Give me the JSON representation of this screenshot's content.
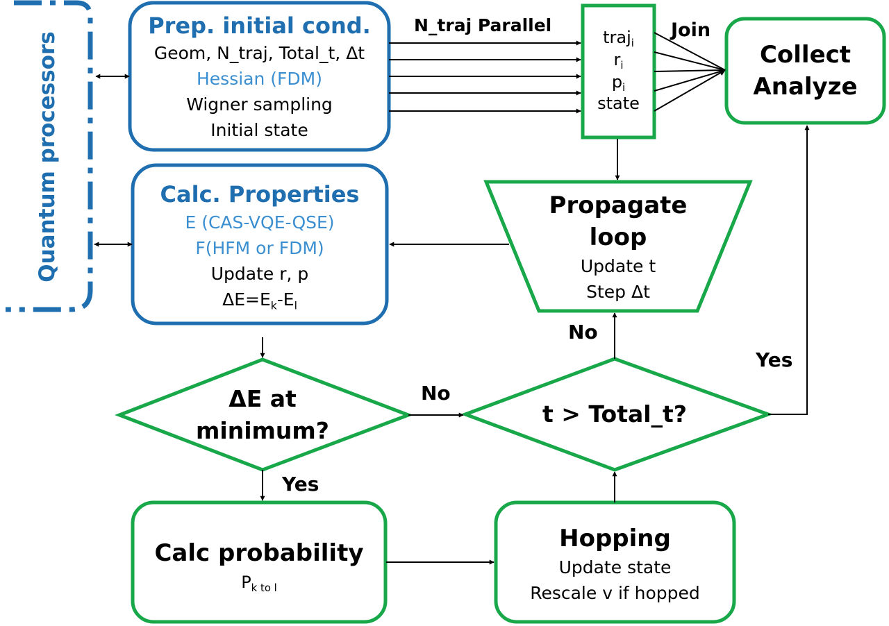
{
  "quantum": {
    "label": "Quantum processors"
  },
  "prep": {
    "title": "Prep. initial cond.",
    "line1": "Geom, N_traj, Total_t, Δt",
    "line2": "Hessian (FDM)",
    "line3": "Wigner sampling",
    "line4": "Initial state"
  },
  "parallel": {
    "label": "N_traj Parallel"
  },
  "traj": {
    "traj": "traj",
    "traj_sub": "i",
    "r": "r",
    "r_sub": "i",
    "p": "p",
    "p_sub": "i",
    "state": "state"
  },
  "join": {
    "label": "Join"
  },
  "collect": {
    "line1": "Collect",
    "line2": "Analyze"
  },
  "calc": {
    "title": "Calc. Properties",
    "line1": "E (CAS-VQE-QSE)",
    "line2": "F(HFM or FDM)",
    "line3": "Update r, p",
    "line4_a": "ΔE=E",
    "line4_sub1": "k",
    "line4_b": "-E",
    "line4_sub2": "l"
  },
  "propagate": {
    "line1": "Propagate",
    "line2": "loop",
    "line3": "Update t",
    "line4": "Step Δt"
  },
  "labels": {
    "no_top": "No",
    "yes_right": "Yes",
    "no_mid": "No",
    "yes_bottom": "Yes"
  },
  "min": {
    "line1": "ΔE at",
    "line2": "minimum?"
  },
  "tcheck": {
    "label": "t > Total_t?"
  },
  "prob": {
    "title": "Calc probability",
    "p": "P",
    "p_sub": "k to l"
  },
  "hop": {
    "title": "Hopping",
    "line1": "Update state",
    "line2": "Rescale v if hopped"
  },
  "colors": {
    "blue": "#1f6fb0",
    "green": "#18a84a",
    "light_blue": "#3b8fd0"
  }
}
